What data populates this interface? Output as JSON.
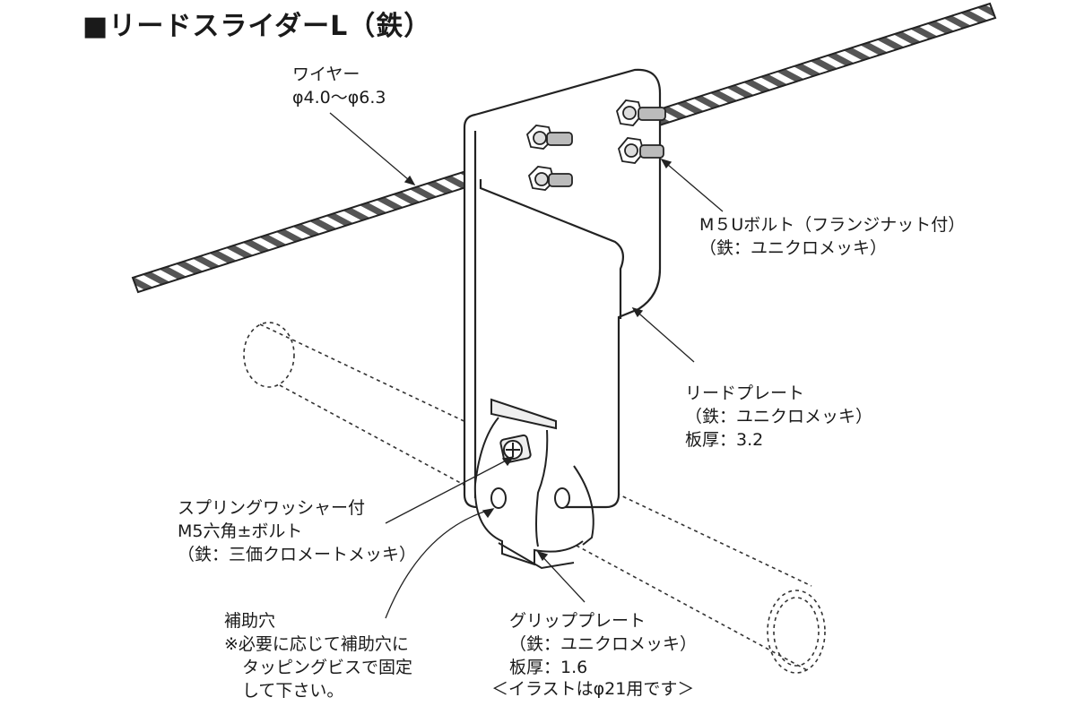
{
  "title": "■リードスライダーL（鉄）",
  "labels": {
    "wire": {
      "name": "ワイヤー",
      "size": "φ4.0〜φ6.3"
    },
    "ubolt": {
      "name": "M５Uボルト（フランジナット付）",
      "material": "（鉄：ユニクロメッキ）"
    },
    "lead_plate": {
      "name": "リードプレート",
      "material": "（鉄：ユニクロメッキ）",
      "thickness": "板厚：3.2"
    },
    "hex_bolt": {
      "name": "スプリングワッシャー付",
      "spec": "M5六角±ボルト",
      "material": "（鉄：三価クロメートメッキ）"
    },
    "aux_hole": {
      "name": "補助穴",
      "note1": "※必要に応じて補助穴に",
      "note2": "タッピングビスで固定",
      "note3": "して下さい。"
    },
    "grip_plate": {
      "name": "グリッププレート",
      "material": "（鉄：ユニクロメッキ）",
      "thickness": "板厚：1.6"
    },
    "illustration_note": "＜イラストはφ21用です＞"
  }
}
